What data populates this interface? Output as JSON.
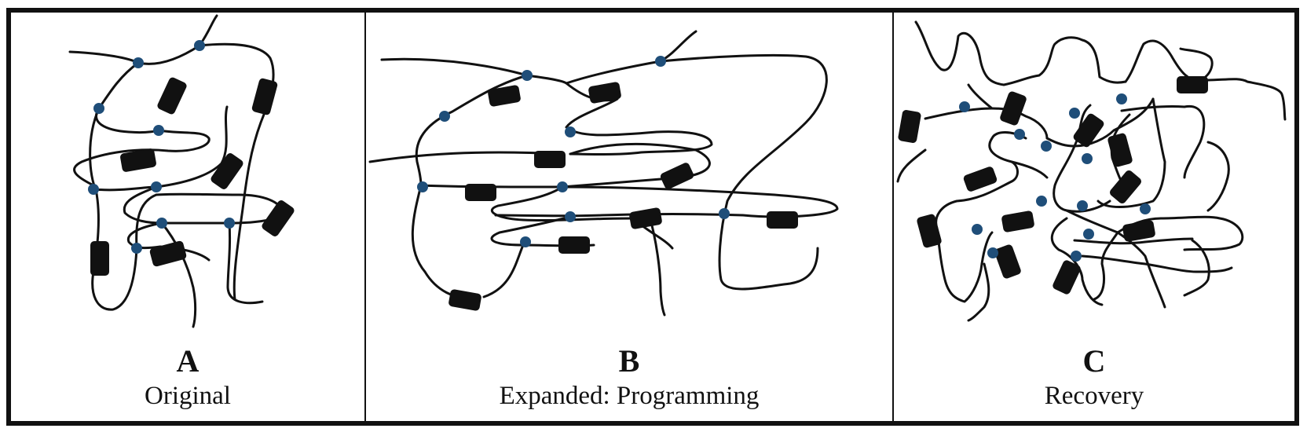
{
  "panels": [
    {
      "letter": "A",
      "caption": "Original"
    },
    {
      "letter": "B",
      "caption": "Expanded: Programming"
    },
    {
      "letter": "C",
      "caption": "Recovery"
    }
  ],
  "colors": {
    "crosslink": "#1f4e79",
    "segment": "#111111",
    "chain": "#111111",
    "border": "#111111"
  }
}
